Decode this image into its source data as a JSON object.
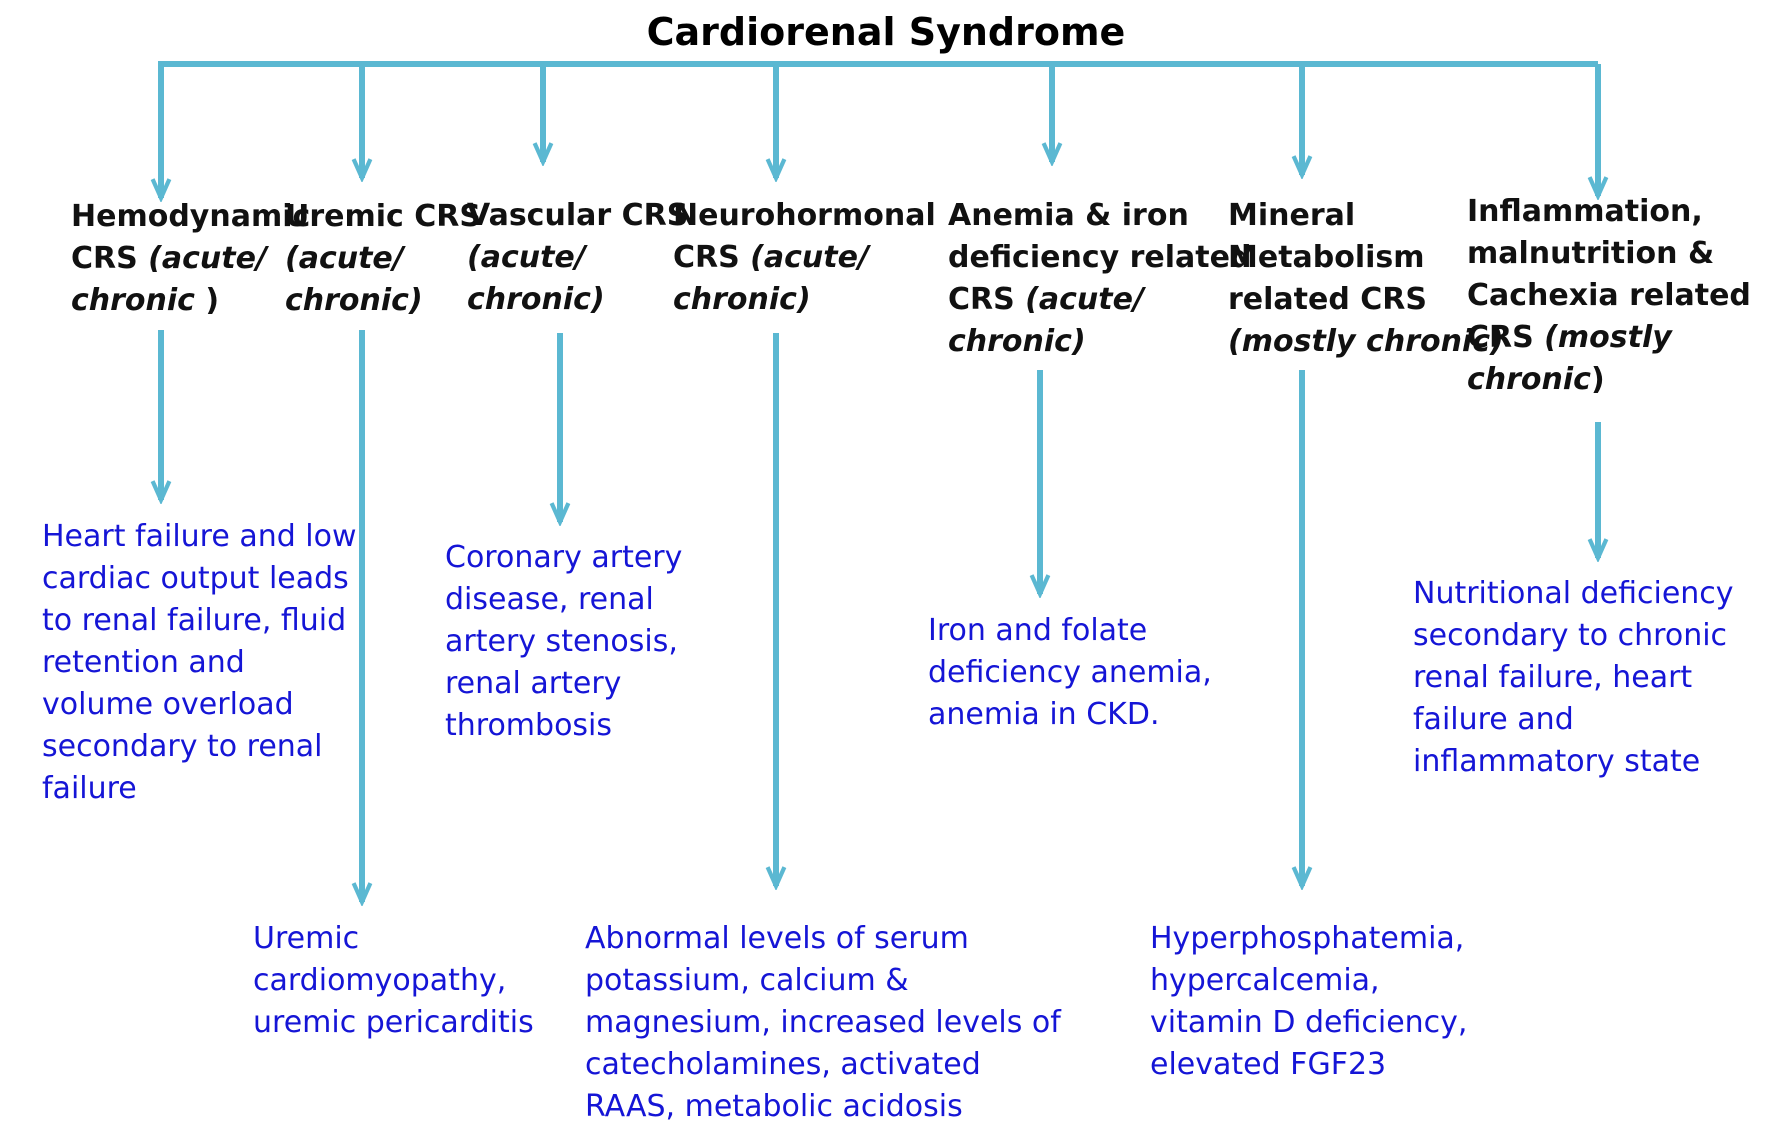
{
  "title": "Cardiorenal Syndrome",
  "colors": {
    "arrow": "#5bb8d2",
    "heading": "#111111",
    "detail": "#1515d6"
  },
  "categories": [
    {
      "id": "hemodynamic",
      "head": [
        {
          "n": "Hemodynamic",
          "i": ""
        },
        {
          "n": "CRS ",
          "i": "(acute/"
        },
        {
          "n": "",
          "i": "chronic",
          "n2": " )"
        }
      ],
      "body": [
        "Heart failure and low",
        "cardiac output leads",
        "to renal failure, fluid",
        "retention and",
        "volume overload",
        "secondary to renal",
        "failure"
      ]
    },
    {
      "id": "uremic",
      "head": [
        {
          "n": "Uremic CRS",
          "i": ""
        },
        {
          "n": "",
          "i": "(acute/"
        },
        {
          "n": "",
          "i": "chronic)"
        }
      ],
      "body": [
        "Uremic",
        "cardiomyopathy,",
        "uremic pericarditis"
      ]
    },
    {
      "id": "vascular",
      "head": [
        {
          "n": "Vascular CRS",
          "i": ""
        },
        {
          "n": "",
          "i": "(acute/"
        },
        {
          "n": "",
          "i": "chronic)"
        }
      ],
      "body": [
        "Coronary artery",
        "disease, renal",
        "artery stenosis,",
        "renal artery",
        "thrombosis"
      ]
    },
    {
      "id": "neurohormonal",
      "head": [
        {
          "n": "Neurohormonal",
          "i": ""
        },
        {
          "n": "CRS ",
          "i": "(acute/"
        },
        {
          "n": "",
          "i": "chronic)"
        }
      ],
      "body": [
        "Abnormal levels of serum",
        "potassium, calcium &",
        "magnesium, increased levels of",
        "catecholamines, activated",
        "RAAS, metabolic acidosis"
      ]
    },
    {
      "id": "anemia",
      "head": [
        {
          "n": "Anemia & iron",
          "i": ""
        },
        {
          "n": "deficiency related",
          "i": ""
        },
        {
          "n": "CRS ",
          "i": "(acute/"
        },
        {
          "n": "",
          "i": "chronic)"
        }
      ],
      "body": [
        "Iron and folate",
        "deficiency anemia,",
        "anemia in CKD."
      ]
    },
    {
      "id": "mineral",
      "head": [
        {
          "n": "Mineral",
          "i": ""
        },
        {
          "n": "Metabolism",
          "i": ""
        },
        {
          "n": "related CRS",
          "i": ""
        },
        {
          "n": "",
          "i": "(mostly chronic)"
        }
      ],
      "body": [
        "Hyperphosphatemia,",
        "hypercalcemia,",
        "vitamin D deficiency,",
        "elevated FGF23"
      ]
    },
    {
      "id": "inflammation",
      "head": [
        {
          "n": "Inflammation,",
          "i": ""
        },
        {
          "n": "malnutrition &",
          "i": ""
        },
        {
          "n": "Cachexia related",
          "i": ""
        },
        {
          "n": "CRS ",
          "i": "(mostly"
        },
        {
          "n": "",
          "i": "chronic",
          "n2": ")"
        }
      ],
      "body": [
        "Nutritional deficiency",
        "secondary to chronic",
        "renal failure, heart",
        "failure and",
        "inflammatory state"
      ]
    }
  ]
}
